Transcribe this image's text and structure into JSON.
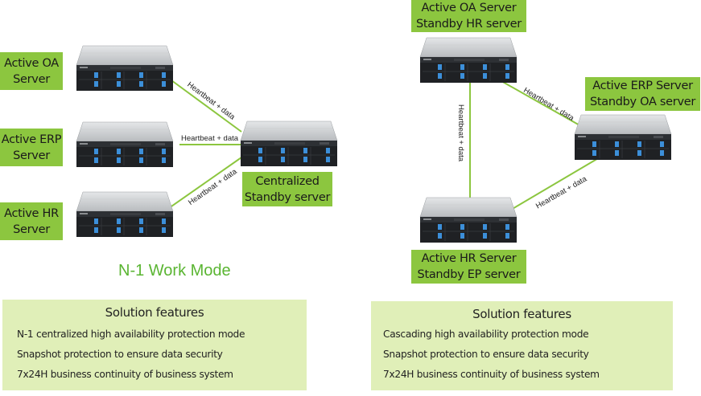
{
  "colors": {
    "label_green": "#8cc63f",
    "link_green": "#8cc63f",
    "feature_bg": "#e0efb8",
    "mode_title_green": "#5ab532",
    "drive_blue": "#3c8fd9"
  },
  "left_diagram": {
    "servers": [
      {
        "label_line1": "Active OA",
        "label_line2": "Server",
        "icon": "rack-server-icon"
      },
      {
        "label_line1": "Active ERP",
        "label_line2": "Server",
        "icon": "rack-server-icon"
      },
      {
        "label_line1": "Active HR",
        "label_line2": "Server",
        "icon": "rack-server-icon"
      }
    ],
    "central": {
      "label_line1": "Centralized",
      "label_line2": "Standby server",
      "icon": "rack-server-icon"
    },
    "links": [
      "Heartbeat + data",
      "Heartbeat + data",
      "Heartbeat + data"
    ],
    "mode_title": "N-1 Work Mode",
    "features": {
      "title": "Solution features",
      "items": [
        "N-1 centralized high availability protection mode",
        "Snapshot protection to ensure data security",
        "7x24H business continuity of business system"
      ]
    }
  },
  "right_diagram": {
    "servers": [
      {
        "label_line1": "Active OA Server",
        "label_line2": "Standby HR server",
        "icon": "rack-server-icon"
      },
      {
        "label_line1": "Active ERP Server",
        "label_line2": "Standby OA server",
        "icon": "rack-server-icon"
      },
      {
        "label_line1": "Active HR Server",
        "label_line2": "Standby EP server",
        "icon": "rack-server-icon"
      }
    ],
    "links": [
      "Heartbeat + data",
      "Heartbeat + data",
      "Heartbeat + data"
    ],
    "features": {
      "title": "Solution features",
      "items": [
        "Cascading high availability protection mode",
        "Snapshot protection to ensure data security",
        "7x24H business continuity of business system"
      ]
    }
  }
}
